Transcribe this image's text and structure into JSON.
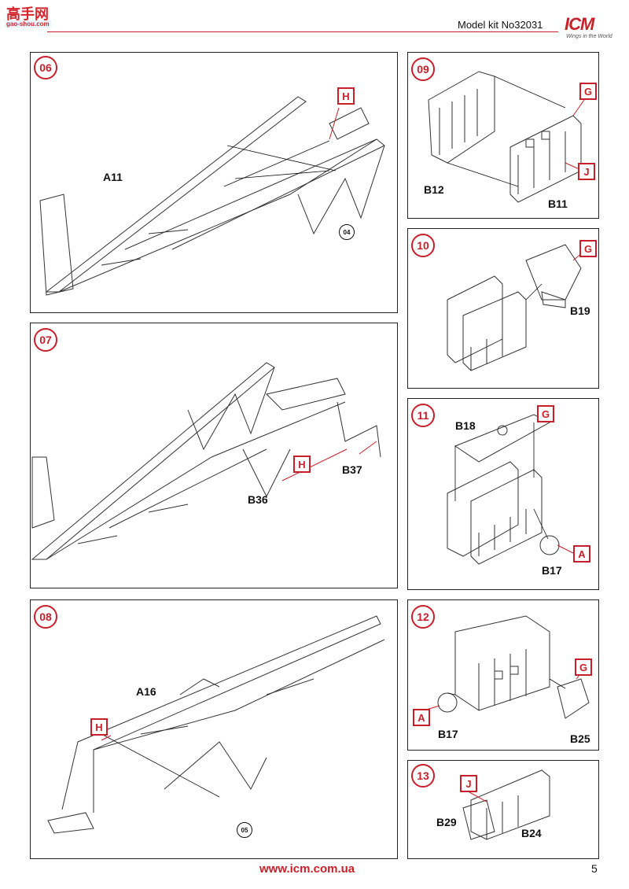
{
  "header": {
    "watermark_top": "高手网",
    "watermark_bottom": "gao-shou.com",
    "model_kit": "Model kit No32031",
    "logo": "ICM",
    "logo_tagline": "Wings in the World"
  },
  "steps": [
    {
      "number": "06",
      "labels": [
        "A11"
      ],
      "tags": [
        "H"
      ],
      "refs": [
        "04"
      ]
    },
    {
      "number": "07",
      "labels": [
        "B37",
        "B36"
      ],
      "tags": [
        "H"
      ],
      "refs": []
    },
    {
      "number": "08",
      "labels": [
        "A16"
      ],
      "tags": [
        "H"
      ],
      "refs": [
        "05"
      ]
    },
    {
      "number": "09",
      "labels": [
        "B12",
        "B11"
      ],
      "tags": [
        "G",
        "J"
      ],
      "refs": []
    },
    {
      "number": "10",
      "labels": [
        "B19"
      ],
      "tags": [
        "G"
      ],
      "refs": []
    },
    {
      "number": "11",
      "labels": [
        "B18",
        "B17"
      ],
      "tags": [
        "G",
        "A"
      ],
      "refs": []
    },
    {
      "number": "12",
      "labels": [
        "B17",
        "B25"
      ],
      "tags": [
        "G",
        "A"
      ],
      "refs": []
    },
    {
      "number": "13",
      "labels": [
        "B29",
        "B24"
      ],
      "tags": [
        "J"
      ],
      "refs": []
    }
  ],
  "colors": {
    "accent": "#c8202a",
    "line": "#222222"
  },
  "footer": {
    "url": "www.icm.com.ua",
    "page": "5"
  }
}
